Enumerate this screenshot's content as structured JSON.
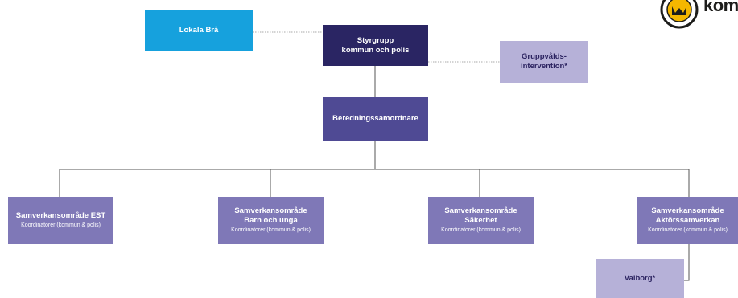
{
  "colors": {
    "lokala_bra": "#16a1dd",
    "styrgrupp": "#2a2563",
    "beredning": "#4f4a94",
    "samverkan": "#7f78b7",
    "light": "#b6b1d8",
    "connector": "#555555",
    "dotted": "#aaaaaa",
    "logo_yellow": "#f5b700"
  },
  "logo": {
    "text": "kom",
    "icon": "municipality-crown-logo-icon"
  },
  "nodes": {
    "lokala_bra": {
      "title": "Lokala Brå"
    },
    "styrgrupp": {
      "title_1": "Styrgrupp",
      "title_2": "kommun och polis"
    },
    "gruppvald": {
      "title_1": "Gruppvålds-",
      "title_2": "intervention*"
    },
    "beredning": {
      "title": "Beredningssamordnare"
    },
    "est": {
      "title": "Samverkansområde EST",
      "sub": "Koordinatorer (kommun & polis)"
    },
    "barn": {
      "title_1": "Samverkansområde",
      "title_2": "Barn och unga",
      "sub": "Koordinatorer (kommun & polis)"
    },
    "sakerhet": {
      "title_1": "Samverkansområde",
      "title_2": "Säkerhet",
      "sub": "Koordinatorer (kommun & polis)"
    },
    "aktor": {
      "title_1": "Samverkansområde",
      "title_2": "Aktörssamverkan",
      "sub": "Koordinatorer (kommun & polis)"
    },
    "valborg": {
      "title": "Valborg*"
    }
  }
}
